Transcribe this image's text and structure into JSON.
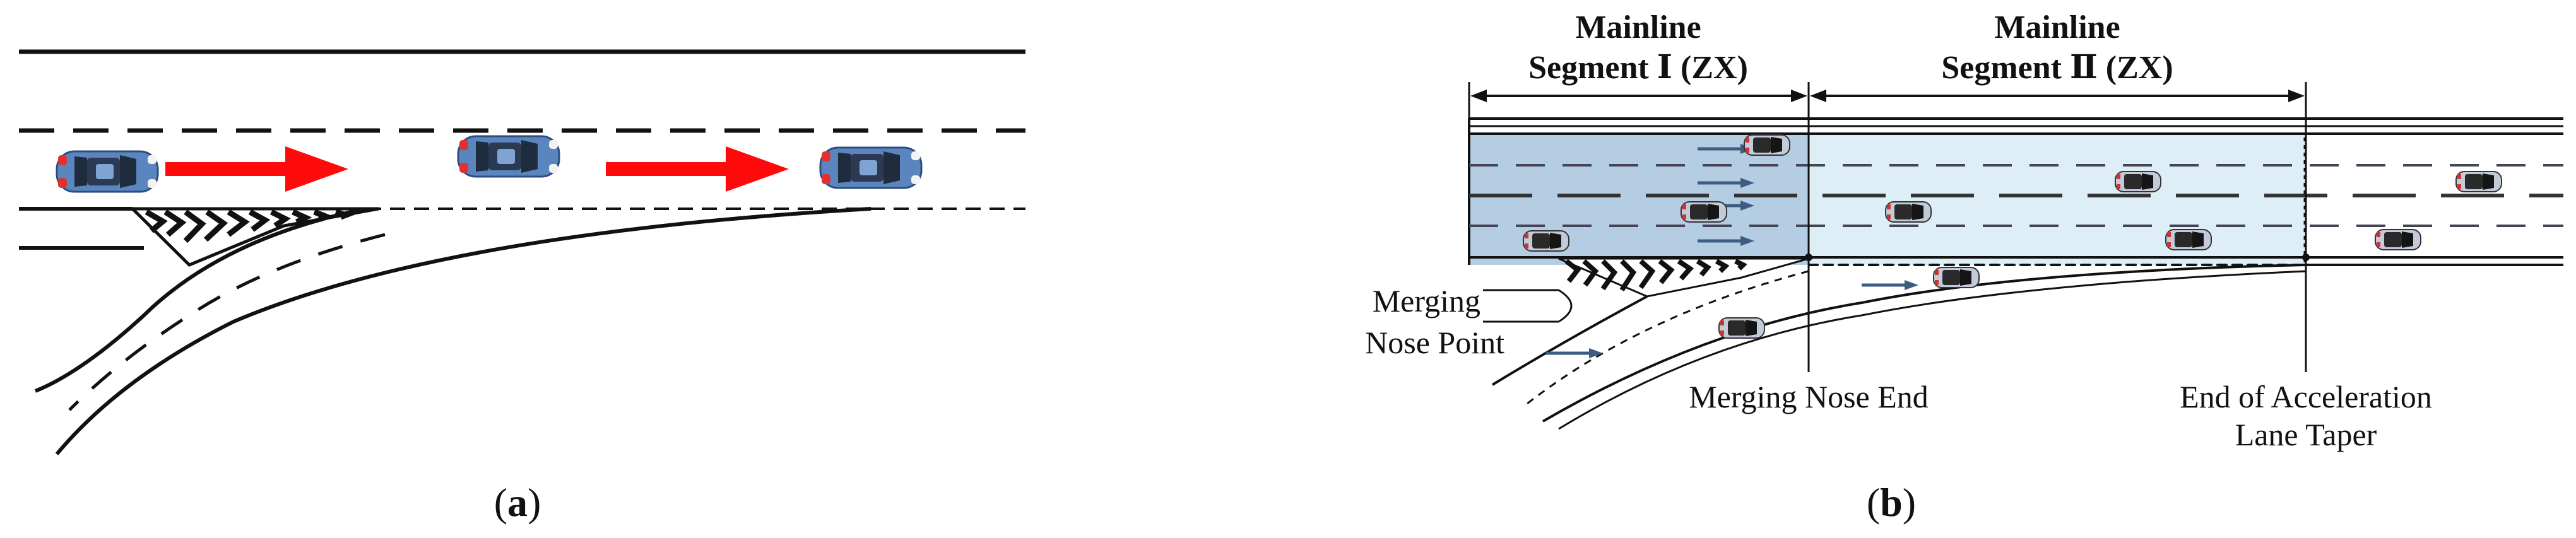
{
  "panel_a": {
    "caption_open": "(",
    "caption_letter": "a",
    "caption_close": ")"
  },
  "panel_b": {
    "caption_open": "(",
    "caption_letter": "b",
    "caption_close": ")",
    "segment1": {
      "line1": "Mainline",
      "line2": "Segment Ⅰ (ZX)"
    },
    "segment2": {
      "line1": "Mainline",
      "line2": "Segment Ⅱ (ZX)"
    },
    "merging_nose_point": {
      "line1": "Merging",
      "line2": "Nose Point"
    },
    "merging_nose_end": "Merging Nose End",
    "acceleration_end": {
      "line1": "End of Acceleration",
      "line2": "Lane Taper"
    }
  },
  "colors": {
    "arrow": "#ff0a0a",
    "car_body": "#5b85be",
    "segment1_fill": "#b5cde3",
    "segment2_fill": "#ddeef7",
    "road_line": "#111111"
  },
  "icons": [
    "car-icon",
    "direction-arrow-icon",
    "gore-hatching"
  ]
}
